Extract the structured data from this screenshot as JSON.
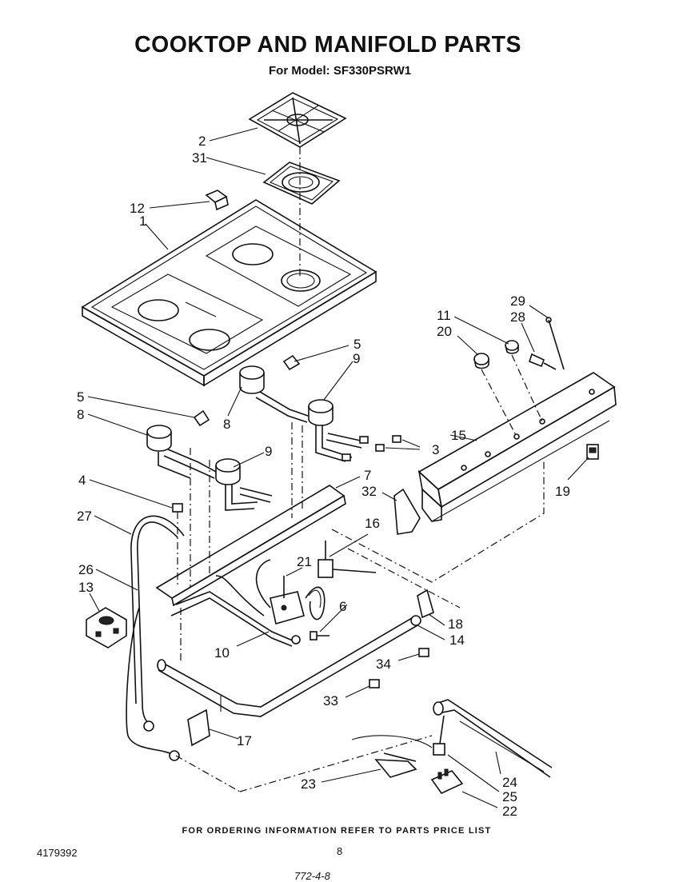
{
  "header": {
    "title": "COOKTOP AND MANIFOLD PARTS",
    "subtitle": "For Model: SF330PSRW1"
  },
  "callouts": [
    "1",
    "2",
    "3",
    "4",
    "5",
    "5",
    "6",
    "7",
    "8",
    "8",
    "9",
    "9",
    "10",
    "11",
    "12",
    "13",
    "14",
    "15",
    "16",
    "17",
    "18",
    "19",
    "20",
    "21",
    "22",
    "23",
    "24",
    "25",
    "26",
    "27",
    "28",
    "29",
    "31",
    "32",
    "33",
    "34"
  ],
  "footer": {
    "ordering_note": "FOR ORDERING INFORMATION REFER TO PARTS PRICE LIST",
    "doc_number": "4179392",
    "page_number": "8",
    "code": "772-4-8"
  }
}
